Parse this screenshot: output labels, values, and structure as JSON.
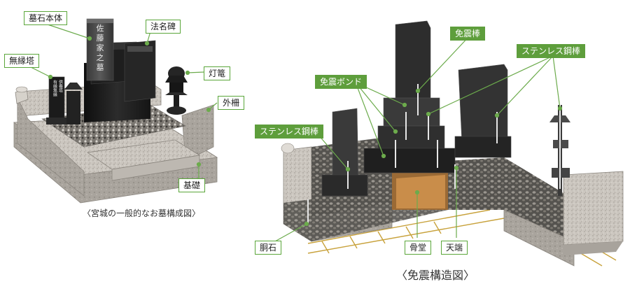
{
  "left_figure": {
    "caption": "〈宮城の一般的なお墓構成図〉",
    "labels": {
      "bosekihontai": "墓石本体",
      "houmyouhi": "法名碑",
      "muentou": "無縁塔",
      "tourou": "灯篭",
      "gaisaku": "外柵",
      "kiso": "基礎"
    },
    "stone_inscription": [
      "佐",
      "藤",
      "家",
      "之",
      "墓"
    ],
    "small_inscription": [
      "有縁無縁",
      "供養塔"
    ]
  },
  "right_figure": {
    "caption": "〈免震構造図〉",
    "labels": {
      "menshinbou": "免震棒",
      "menshin_bond": "免震ボンド",
      "stainless_left": "ステンレス鋼棒",
      "stainless_right": "ステンレス鋼棒",
      "douseki": "胴石",
      "kotsudou": "骨堂",
      "tenbata": "天端"
    }
  },
  "colors": {
    "label_border": "#5aa63a",
    "label_dark_bg": "#5e9e3c",
    "leader_line": "#6cab4c",
    "granite_light": "#c9c4bd",
    "granite_dark": "#8f8a84",
    "black_stone": "#1c1c1c",
    "rebar": "#c8a23c"
  }
}
